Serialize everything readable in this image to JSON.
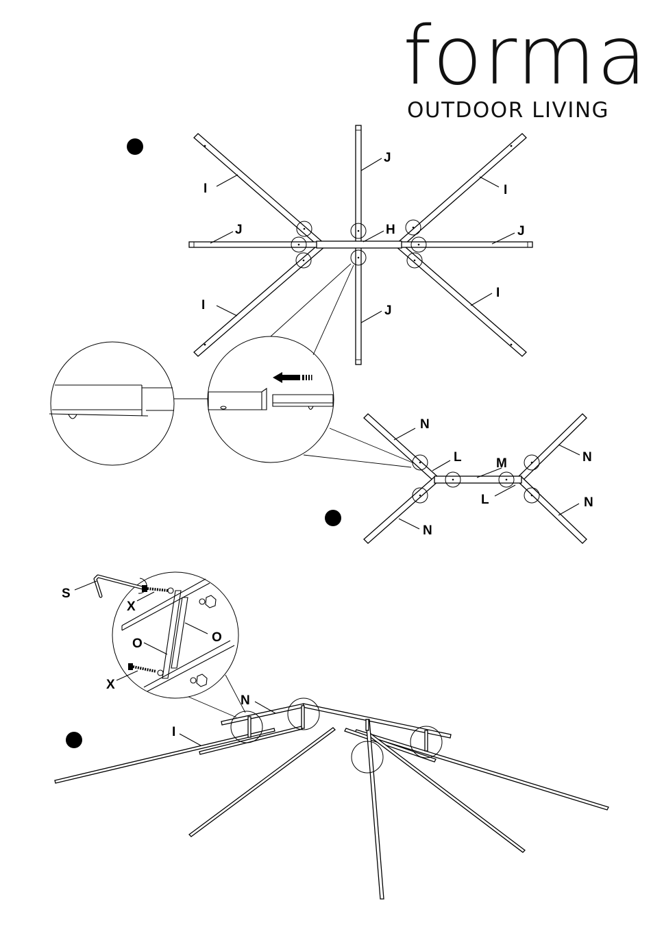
{
  "brand": {
    "name": "forma",
    "tagline": "OUTDOOR LIVING"
  },
  "step1": {
    "labels": {
      "i_upper_left": "I",
      "i_upper_right": "I",
      "i_lower_left": "I",
      "i_lower_right": "I",
      "j_top": "J",
      "j_left": "J",
      "j_right": "J",
      "j_bottom": "J",
      "h_center": "H"
    }
  },
  "step2": {
    "labels": {
      "n_upper_left": "N",
      "n_upper_right": "N",
      "n_lower_left": "N",
      "n_lower_right": "N",
      "l_left": "L",
      "l_right": "L",
      "m_center": "M"
    }
  },
  "step3": {
    "labels": {
      "s_key": "S",
      "x_top": "X",
      "x_bottom": "X",
      "o_left": "O",
      "o_right": "O",
      "n_frame": "N",
      "i_frame": "I"
    }
  }
}
